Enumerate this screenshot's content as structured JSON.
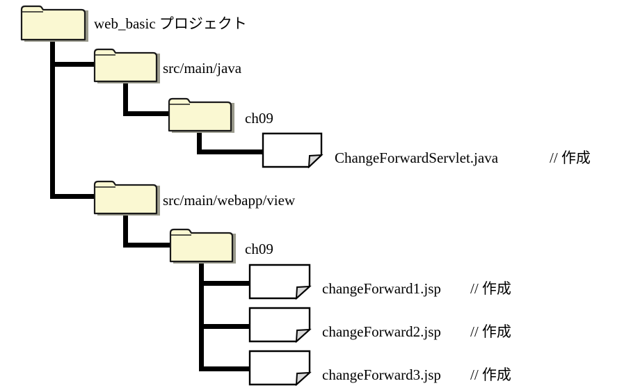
{
  "diagram": {
    "title": "web_basic project directory tree",
    "colors": {
      "folder_fill": "#faf8d2",
      "folder_stroke": "#1a1a1a",
      "folder_shadow": "#9a9a8c",
      "file_fill": "#ffffff",
      "file_stroke": "#000000",
      "file_fold": "#d9d9d9",
      "line": "#000000",
      "text": "#000000",
      "background": "#ffffff"
    },
    "nodes": [
      {
        "id": "root",
        "type": "folder",
        "label": "web_basic プロジェクト",
        "note": "",
        "depth": 0
      },
      {
        "id": "src-main-java",
        "type": "folder",
        "label": "src/main/java",
        "note": "",
        "depth": 1
      },
      {
        "id": "java-ch09",
        "type": "folder",
        "label": "ch09",
        "note": "",
        "depth": 2
      },
      {
        "id": "servlet-file",
        "type": "file",
        "label": "ChangeForwardServlet.java",
        "note": "// 作成",
        "depth": 3
      },
      {
        "id": "src-main-webapp-view",
        "type": "folder",
        "label": "src/main/webapp/view",
        "note": "",
        "depth": 1
      },
      {
        "id": "view-ch09",
        "type": "folder",
        "label": "ch09",
        "note": "",
        "depth": 2
      },
      {
        "id": "jsp1",
        "type": "file",
        "label": "changeForward1.jsp",
        "note": "// 作成",
        "depth": 3
      },
      {
        "id": "jsp2",
        "type": "file",
        "label": "changeForward2.jsp",
        "note": "// 作成",
        "depth": 3
      },
      {
        "id": "jsp3",
        "type": "file",
        "label": "changeForward3.jsp",
        "note": "// 作成",
        "depth": 3
      }
    ],
    "icons": {
      "folder": "folder-icon",
      "file": "file-icon"
    }
  }
}
